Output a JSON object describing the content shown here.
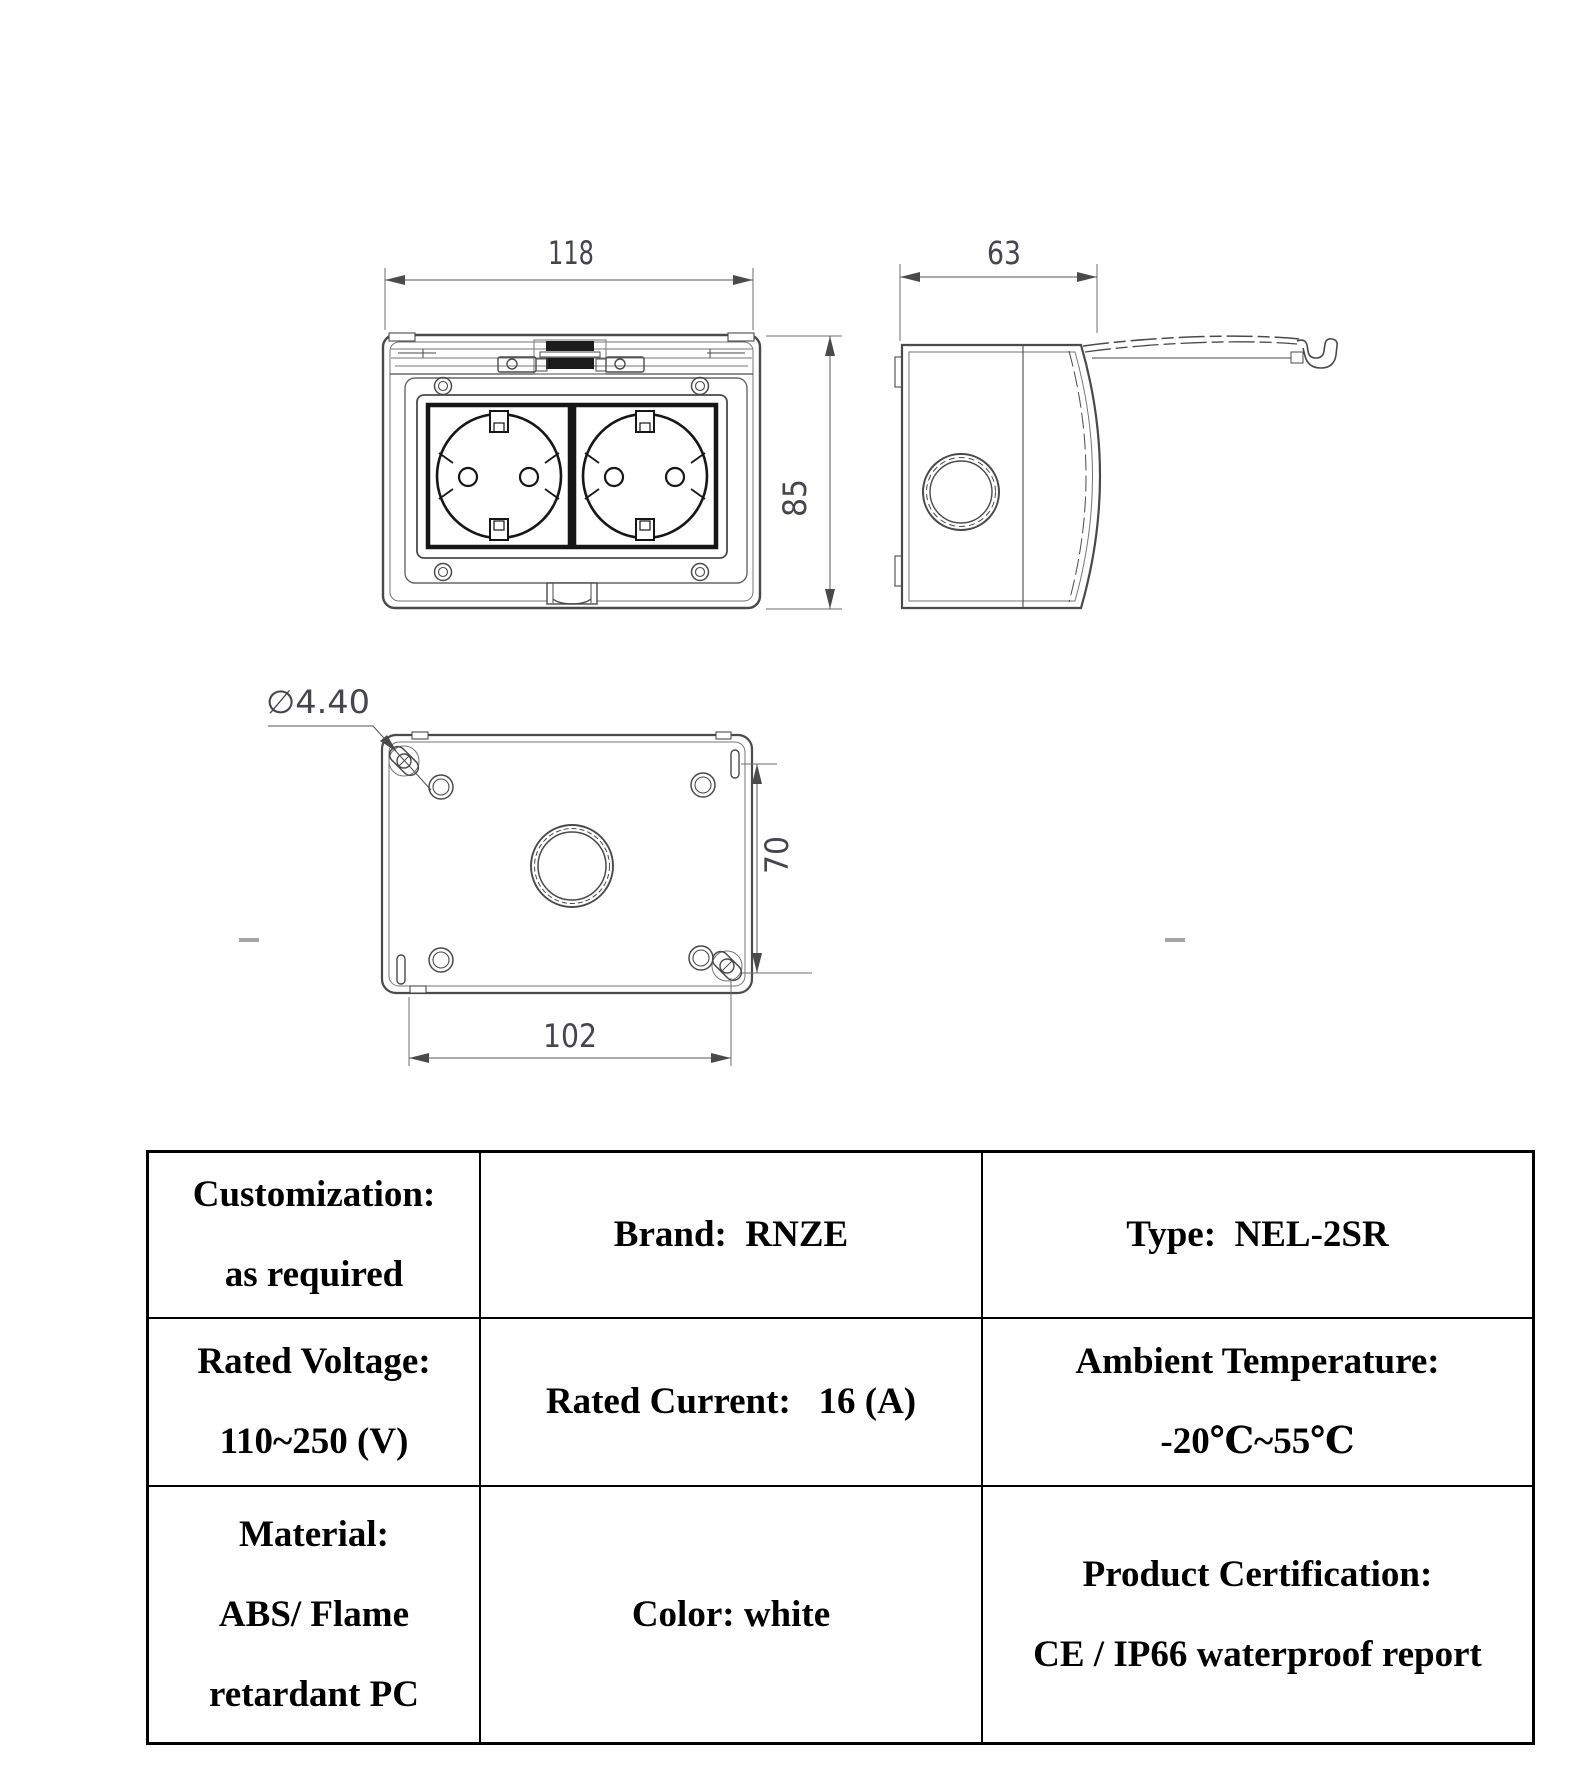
{
  "drawing": {
    "dimensions": {
      "front_width": "118",
      "front_height": "85",
      "side_depth": "63",
      "mount_hole_diameter": "∅4.40",
      "mount_spacing_width": "102",
      "mount_spacing_height": "70"
    }
  },
  "spec_table": {
    "rows": [
      {
        "cells": [
          {
            "lines": [
              "Customization:",
              "as required"
            ]
          },
          {
            "lines": [
              "Brand: RNZE"
            ]
          },
          {
            "lines": [
              "Type: NEL-2SR"
            ]
          }
        ]
      },
      {
        "cells": [
          {
            "lines": [
              "Rated Voltage:",
              "110~250 (V)"
            ]
          },
          {
            "lines": [
              "Rated Current:  16 (A)"
            ]
          },
          {
            "lines": [
              "Ambient Temperature:",
              "-20℃~55℃"
            ]
          }
        ]
      },
      {
        "cells": [
          {
            "lines": [
              "Material:",
              "ABS/ Flame",
              "retardant PC"
            ]
          },
          {
            "lines": [
              "Color: white"
            ]
          },
          {
            "lines": [
              "Product Certification:",
              "CE / IP66 waterproof report"
            ]
          }
        ]
      }
    ]
  }
}
